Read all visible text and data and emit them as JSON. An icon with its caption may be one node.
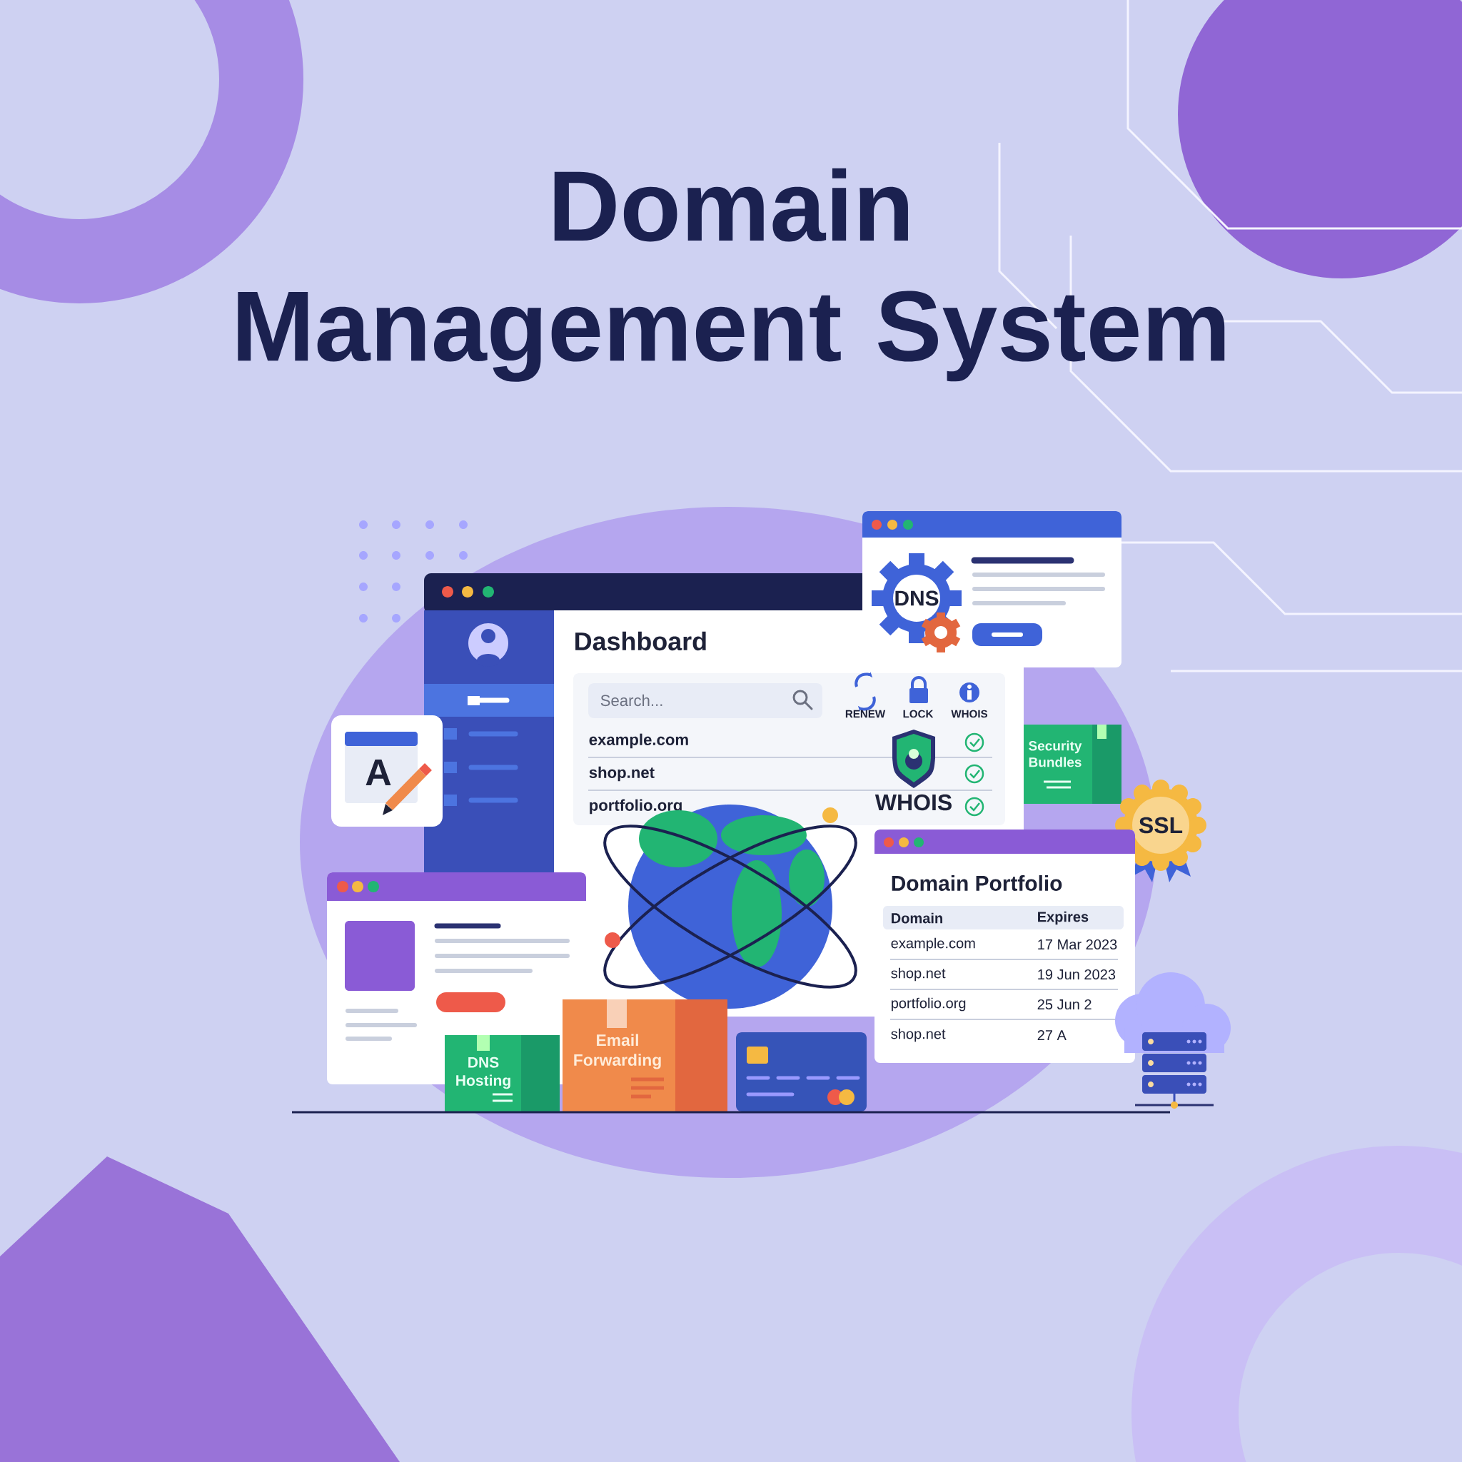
{
  "diagram": {
    "title": "Domain Management System",
    "labels": [
      "Dashboard",
      "Search...",
      "RENEW",
      "LOCK",
      "WHOIS",
      "example.com",
      "shop.net",
      "portfolio.org",
      "WHOIS",
      "DNS",
      "Security Bundles",
      "SSL",
      "A",
      "Domain Portfolio",
      "Domain",
      "Expires",
      "example.com",
      "17 Mar 2023",
      "shop.net",
      "19 Jun 2023",
      "portfolio.org",
      "25 Jun 2",
      "shop.net",
      "27 A",
      "DNS Hosting",
      "Email Forwarding"
    ]
  }
}
